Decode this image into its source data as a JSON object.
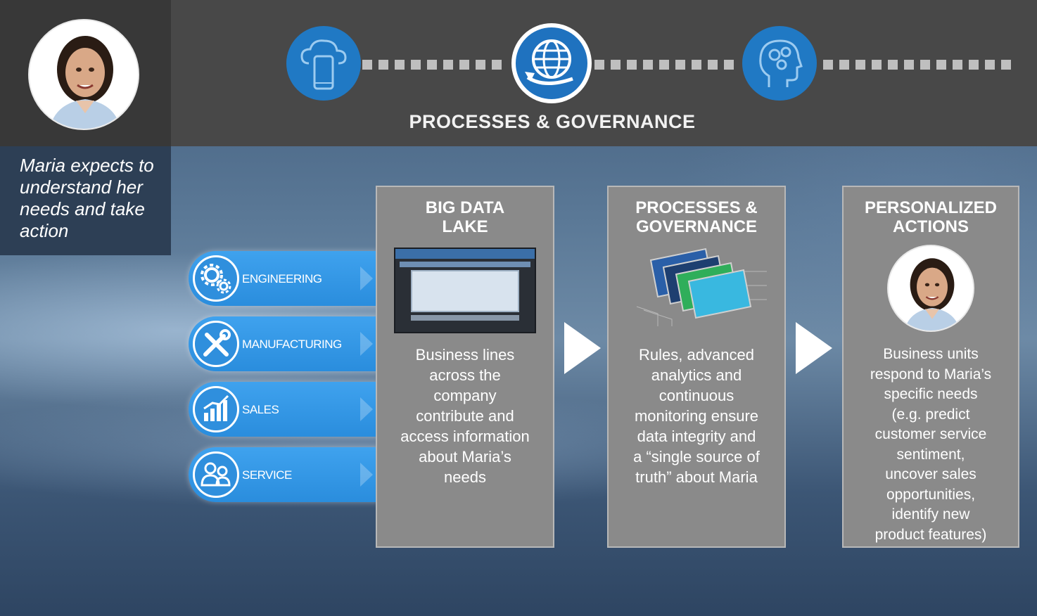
{
  "persona": {
    "caption": "Maria expects to understand her needs and take action"
  },
  "timeline": {
    "title": "PROCESSES & GOVERNANCE",
    "stages": [
      "cloud-mobile-icon",
      "globe-icon",
      "head-gears-icon"
    ]
  },
  "departments": [
    {
      "label": "ENGINEERING",
      "icon": "gears-icon"
    },
    {
      "label": "MANUFACTURING",
      "icon": "tools-icon"
    },
    {
      "label": "SALES",
      "icon": "bar-chart-icon"
    },
    {
      "label": "SERVICE",
      "icon": "people-icon"
    }
  ],
  "cards": [
    {
      "title_line1": "BIG DATA",
      "title_line2": "LAKE",
      "body": [
        "Business lines",
        "across the",
        "company",
        "contribute and",
        "access information",
        "about Maria’s",
        "needs"
      ]
    },
    {
      "title_line1": "PROCESSES &",
      "title_line2": "GOVERNANCE",
      "body": [
        "Rules, advanced",
        "analytics and",
        "continuous",
        "monitoring ensure",
        "data integrity and",
        "a “single source of",
        "truth” about Maria"
      ]
    },
    {
      "title_line1": "PERSONALIZED",
      "title_line2": "ACTIONS",
      "body": [
        "Business units",
        "respond to Maria’s",
        "specific needs",
        "(e.g. predict",
        "customer service",
        "sentiment,",
        "uncover sales",
        "opportunities,",
        "identify new",
        "product features)"
      ]
    }
  ],
  "colors": {
    "accent_blue": "#2079c4",
    "card_gray": "#8a8a8a",
    "topbar_gray": "#484848"
  }
}
